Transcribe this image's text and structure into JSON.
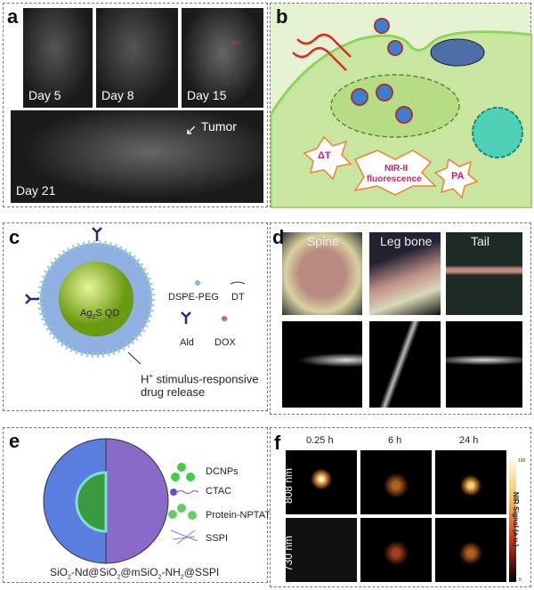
{
  "panels": {
    "a": {
      "label": "a",
      "days": [
        "Day 5",
        "Day 8",
        "Day 15",
        "Day 21"
      ],
      "annotation": "Tumor"
    },
    "b": {
      "label": "b",
      "outputs": {
        "heat": "ΔT",
        "fluor_line1": "NIR-II",
        "fluor_line2": "fluorescence",
        "pa": "PA"
      }
    },
    "c": {
      "label": "c",
      "core": "Ag",
      "core_sub": "2",
      "core_rest": "S QD",
      "legend": [
        "DSPE-PEG",
        "DT",
        "Ald",
        "DOX"
      ],
      "note_sup": "+",
      "note_h": "H",
      "note_line1": " stimulus-responsive",
      "note_line2": "drug release"
    },
    "d": {
      "label": "d",
      "columns": [
        "Spine",
        "Leg bone",
        "Tail"
      ]
    },
    "e": {
      "label": "e",
      "legend": [
        "DCNPs",
        "CTAC",
        "Protein-NPTAT",
        "SSPI"
      ],
      "formula": {
        "p1": "SiO",
        "s1": "2",
        "p2": "-Nd@SiO",
        "s2": "2",
        "p3": "@mSiO",
        "s3": "2",
        "p4": "-NH",
        "s4": "2",
        "p5": "@SSPI"
      }
    },
    "f": {
      "label": "f",
      "times": [
        "0.25 h",
        "6 h",
        "24 h"
      ],
      "rows": [
        "808 nm",
        "730 nm"
      ],
      "colorbar": {
        "label": "NIR Signal (a.u.)",
        "max": "100",
        "min": "0"
      }
    }
  }
}
